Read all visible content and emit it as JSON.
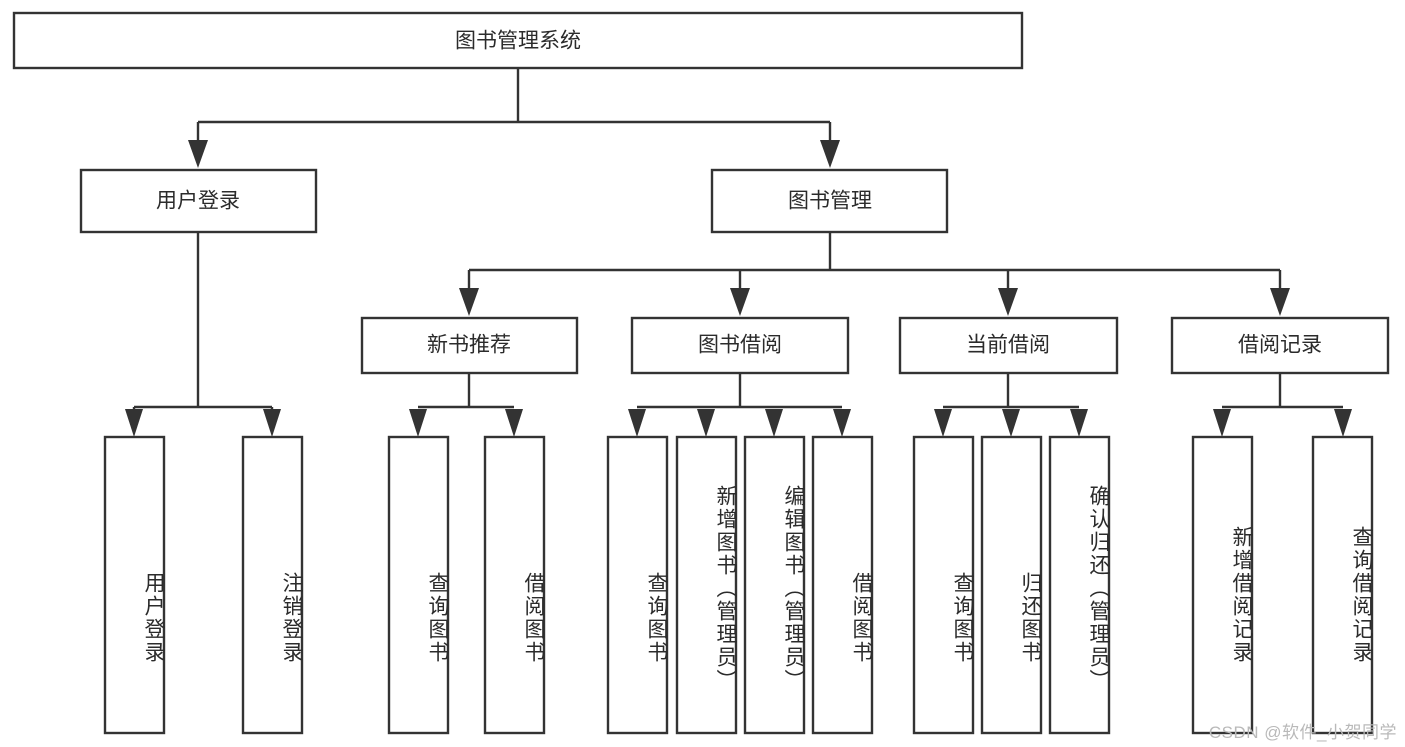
{
  "diagram": {
    "type": "tree-hierarchy",
    "title": "图书管理系统",
    "watermark": "CSDN @软件_小贺同学",
    "colors": {
      "box_stroke": "#333333",
      "box_fill": "#ffffff",
      "text": "#2b2b2b",
      "connector": "#333333",
      "background": "#ffffff",
      "watermark": "#b9b9b9"
    },
    "root": {
      "label": "图书管理系统"
    },
    "level2": [
      {
        "label": "用户登录"
      },
      {
        "label": "图书管理"
      }
    ],
    "level3": [
      {
        "label": "新书推荐"
      },
      {
        "label": "图书借阅"
      },
      {
        "label": "当前借阅"
      },
      {
        "label": "借阅记录"
      }
    ],
    "leaves": {
      "user_login": [
        {
          "label": "用户登录"
        },
        {
          "label": "注销登录"
        }
      ],
      "new_book": [
        {
          "label": "查询图书"
        },
        {
          "label": "借阅图书"
        }
      ],
      "borrow_book": [
        {
          "label": "查询图书"
        },
        {
          "label": "新增图书（管理员）"
        },
        {
          "label": "编辑图书（管理员）"
        },
        {
          "label": "借阅图书"
        }
      ],
      "current_borrow": [
        {
          "label": "查询图书"
        },
        {
          "label": "归还图书"
        },
        {
          "label": "确认归还（管理员）"
        }
      ],
      "borrow_record": [
        {
          "label": "新增借阅记录"
        },
        {
          "label": "查询借阅记录"
        }
      ]
    }
  }
}
